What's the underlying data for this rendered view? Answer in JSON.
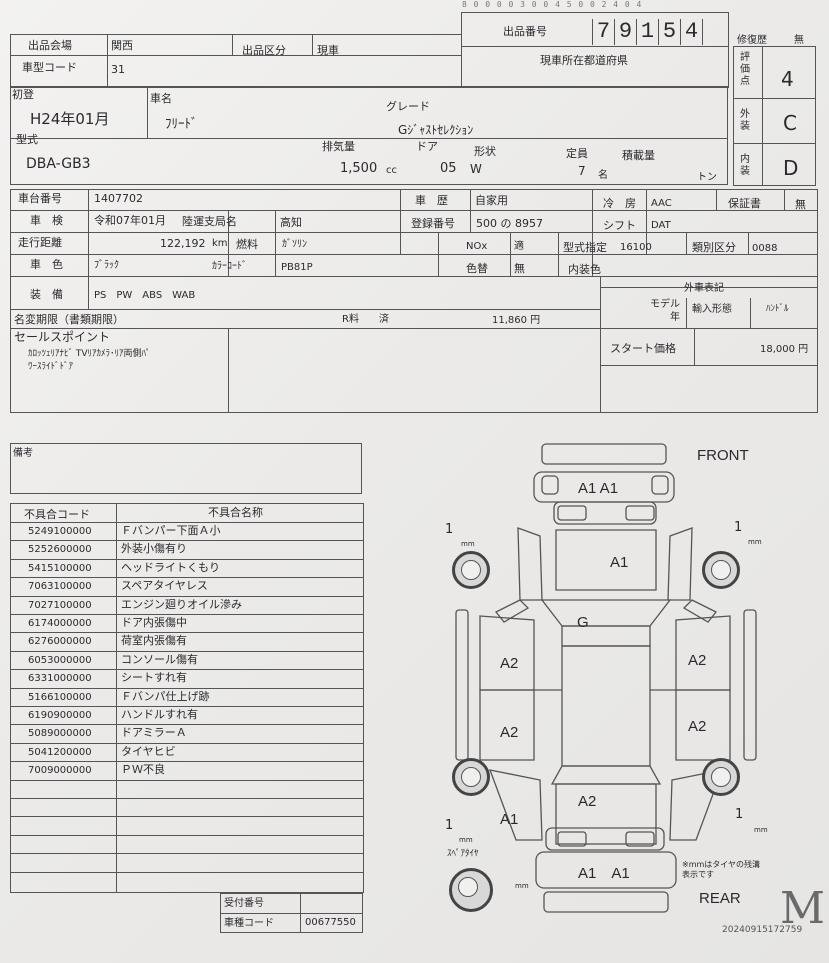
{
  "top_code": "8 0 0 0 0 3 0 0 4 5 0 0 2 4 0 4",
  "header": {
    "lot_label": "出品番号",
    "lot_digits": [
      "7",
      "9",
      "1",
      "5",
      "4"
    ],
    "repair_label": "修復歴",
    "repair_value": "無",
    "venue_label": "出品会場",
    "venue_value": "関西",
    "category_label": "出品区分",
    "category_value": "現車",
    "model_code_label": "車型コード",
    "model_code_value": "31",
    "location_label": "現車所在都道府県"
  },
  "grades": {
    "overall_label": "評価点",
    "overall_value": "4",
    "exterior_label": "外装",
    "exterior_value": "C",
    "interior_label": "内装",
    "interior_value": "D"
  },
  "vehicle": {
    "first_reg_label": "初登",
    "first_reg_value": "H24年01月",
    "name_label": "車名",
    "name_value": "ﾌﾘｰﾄﾞ",
    "grade_label": "グレード",
    "grade_value": "Gｼﾞｬｽﾄｾﾚｸｼｮﾝ",
    "type_label": "型式",
    "type_value": "DBA-GB3",
    "displacement_label": "排気量",
    "displacement_value": "1,500",
    "cc": "cc",
    "door_label": "ドア",
    "door_value": "05",
    "shape_label": "形状",
    "shape_value": "W",
    "capacity_label": "定員",
    "capacity_value": "7",
    "persons": "名",
    "load_label": "積載量",
    "ton": "トン"
  },
  "details": {
    "chassis_label": "車台番号",
    "chassis_value": "1407702",
    "history_label": "車　歴",
    "history_value": "自家用",
    "ac_label": "冷　房",
    "ac_value": "AAC",
    "warranty_label": "保証書",
    "warranty_value": "無",
    "inspection_label": "車　検",
    "inspection_value": "令和07年01月",
    "transport_label": "陸運支局名",
    "transport_value": "高知",
    "reg_no_label": "登録番号",
    "reg_no_value": "500 の 8957",
    "shift_label": "シフト",
    "shift_value": "DAT",
    "mileage_label": "走行距離",
    "mileage_value": "122,192",
    "km": "km",
    "fuel_label": "燃料",
    "fuel_value": "ｶﾞｿﾘﾝ",
    "nox_label": "NOx",
    "nox_value": "適",
    "type_desig_label": "型式指定",
    "type_desig_value": "16100",
    "class_label": "類別区分",
    "class_value": "0088",
    "color_label": "車　色",
    "color_value": "ﾌﾞﾗｯｸ",
    "color_code_label": "ｶﾗｰｺｰﾄﾞ",
    "color_code_value": "PB81P",
    "repaint_label": "色替",
    "repaint_value": "無",
    "interior_color_label": "内装色",
    "equip_label": "装　備",
    "equip_value": "PS　PW　ABS　WAB",
    "ext_label": "外車表記",
    "model_year_label": "モデル年",
    "import_label": "輸入形態",
    "handle_label": "ﾊﾝﾄﾞﾙ",
    "rename_label": "名変期限（書類期限）",
    "recycle_label": "R料　　済",
    "recycle_value": "11,860 円",
    "sales_label": "セールスポイント",
    "sales_value_1": "ｶﾛｯﾂｪﾘｱﾅﾋﾞ TVﾘｱｶﾒﾗ･ﾘｱ両側ﾊﾟ",
    "sales_value_2": "ﾜｰｽﾗｲﾄﾞﾄﾞｱ",
    "start_label": "スタート価格",
    "start_value": "18,000 円"
  },
  "remarks_label": "備考",
  "defects": {
    "code_header": "不具合コード",
    "name_header": "不具合名称",
    "rows": [
      {
        "code": "5249100000",
        "name": "Ｆバンパー下面Ａ小"
      },
      {
        "code": "5252600000",
        "name": "外装小傷有り"
      },
      {
        "code": "5415100000",
        "name": "ヘッドライトくもり"
      },
      {
        "code": "7063100000",
        "name": "スペアタイヤレス"
      },
      {
        "code": "7027100000",
        "name": "エンジン廻りオイル滲み"
      },
      {
        "code": "6174000000",
        "name": "ドア内張傷中"
      },
      {
        "code": "6276000000",
        "name": "荷室内張傷有"
      },
      {
        "code": "6053000000",
        "name": "コンソール傷有"
      },
      {
        "code": "6331000000",
        "name": "シートすれ有"
      },
      {
        "code": "5166100000",
        "name": "Ｆバンパ仕上げ跡"
      },
      {
        "code": "6190900000",
        "name": "ハンドルすれ有"
      },
      {
        "code": "5089000000",
        "name": "ドアミラーＡ"
      },
      {
        "code": "5041200000",
        "name": "タイヤヒビ"
      },
      {
        "code": "7009000000",
        "name": "ＰＷ不良"
      }
    ]
  },
  "receipt": {
    "receipt_label": "受付番号",
    "car_code_label": "車種コード",
    "car_code_value": "00677550"
  },
  "diagram": {
    "front": "FRONT",
    "rear": "REAR",
    "marks": {
      "front_bumper": "A1 A1",
      "hood": "A1",
      "roof": "G",
      "left_front_door": "A2",
      "left_rear_door": "A2",
      "right_front_door": "A2",
      "right_rear_door": "A2",
      "tailgate": "A2",
      "left_rear_quarter": "A1",
      "rear_bumper": "A1　A1"
    },
    "tire_numbers": [
      "1",
      "1",
      "1",
      "1"
    ],
    "mm": "mm",
    "spare_label": "ｽﾍﾟｱﾀｲﾔ",
    "note": "※mmはタイヤの残溝表示です"
  },
  "footer_code": "20240915172759",
  "logo_letter": "M"
}
